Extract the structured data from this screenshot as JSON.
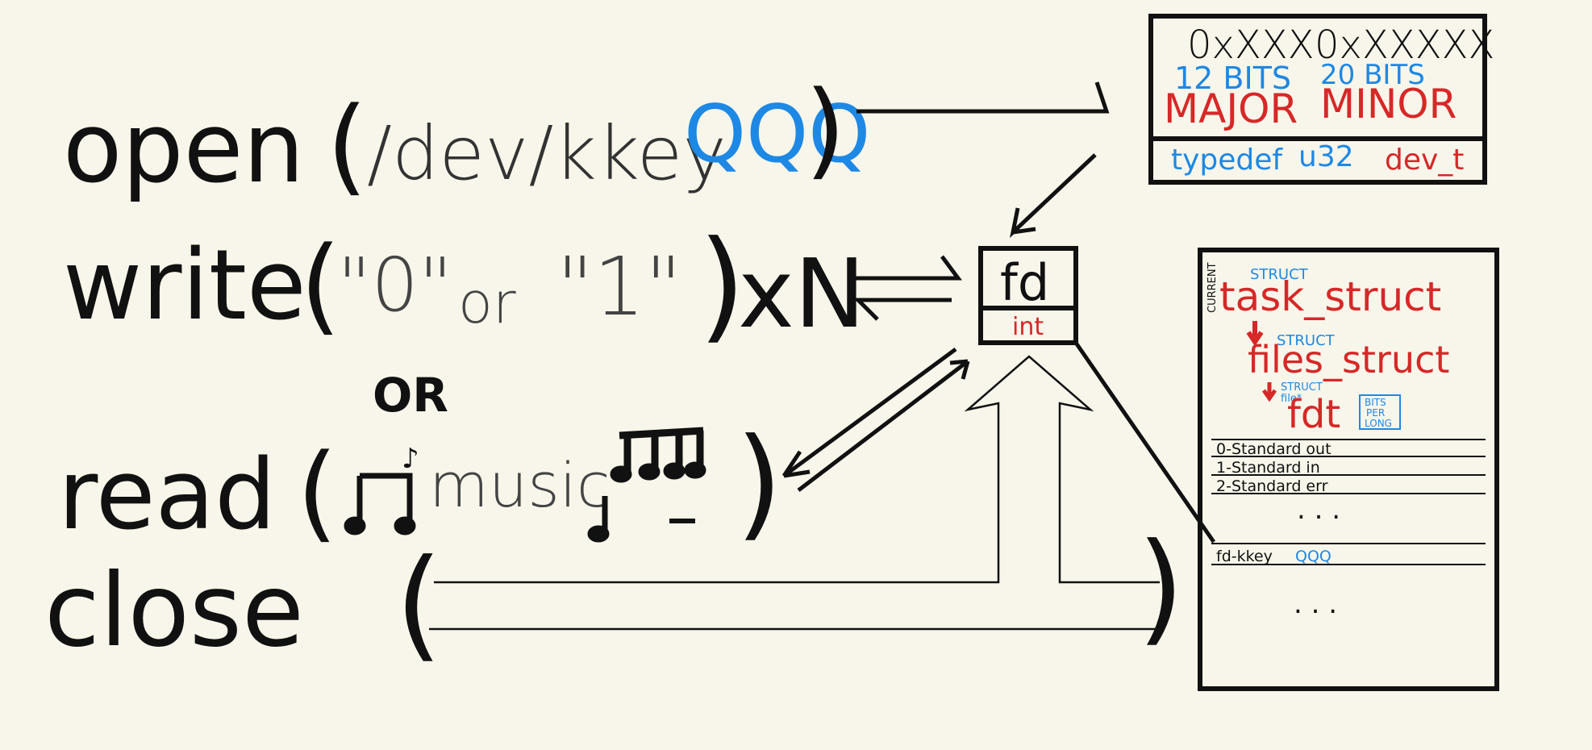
{
  "colors": {
    "background": "#f8f6ea",
    "ink": "#111111",
    "blue": "#1e88e5",
    "red": "#d62828"
  },
  "calls": {
    "open": "open",
    "open_paren": "(",
    "open_path": "/dev/kkey",
    "open_suffix": "QQQ",
    "open_close_paren": ")",
    "write": "write",
    "write_paren": "(",
    "write_q1": "\"0\"",
    "write_or": "or",
    "write_q2": "\"1\"",
    "write_close_paren": ")",
    "write_times": "xN",
    "or_label": "OR",
    "read": "read",
    "read_paren": "(",
    "read_music": "music",
    "read_close_paren": ")",
    "close": "close",
    "close_paren": "(",
    "close_close_paren": ")"
  },
  "dev_t_box": {
    "major_hex": "0xXXX",
    "minor_hex": "0xXXXXX",
    "major_bits": "12 BITS",
    "minor_bits": "20 BITS",
    "major": "MAJOR",
    "minor": "MINOR",
    "typedef": "typedef",
    "u32": "u32",
    "dev_t": "dev_t"
  },
  "fd_box": {
    "fd": "fd",
    "type": "int"
  },
  "task_box": {
    "current": "CURRENT",
    "struct1": "STRUCT",
    "task_struct": "task_struct",
    "struct2": "STRUCT",
    "files_struct": "files_struct",
    "struct3": "STRUCT",
    "file_hash": "file*",
    "fdt": "fdt",
    "bits": "BITS",
    "per": "PER",
    "long": "LONG",
    "rows": [
      "0-Standard out",
      "1-Standard in",
      "2-Standard err"
    ],
    "dots1": ". . .",
    "fd_kkey": "fd-kkey",
    "fd_kkey_suffix": "QQQ",
    "dots2": ". . ."
  }
}
